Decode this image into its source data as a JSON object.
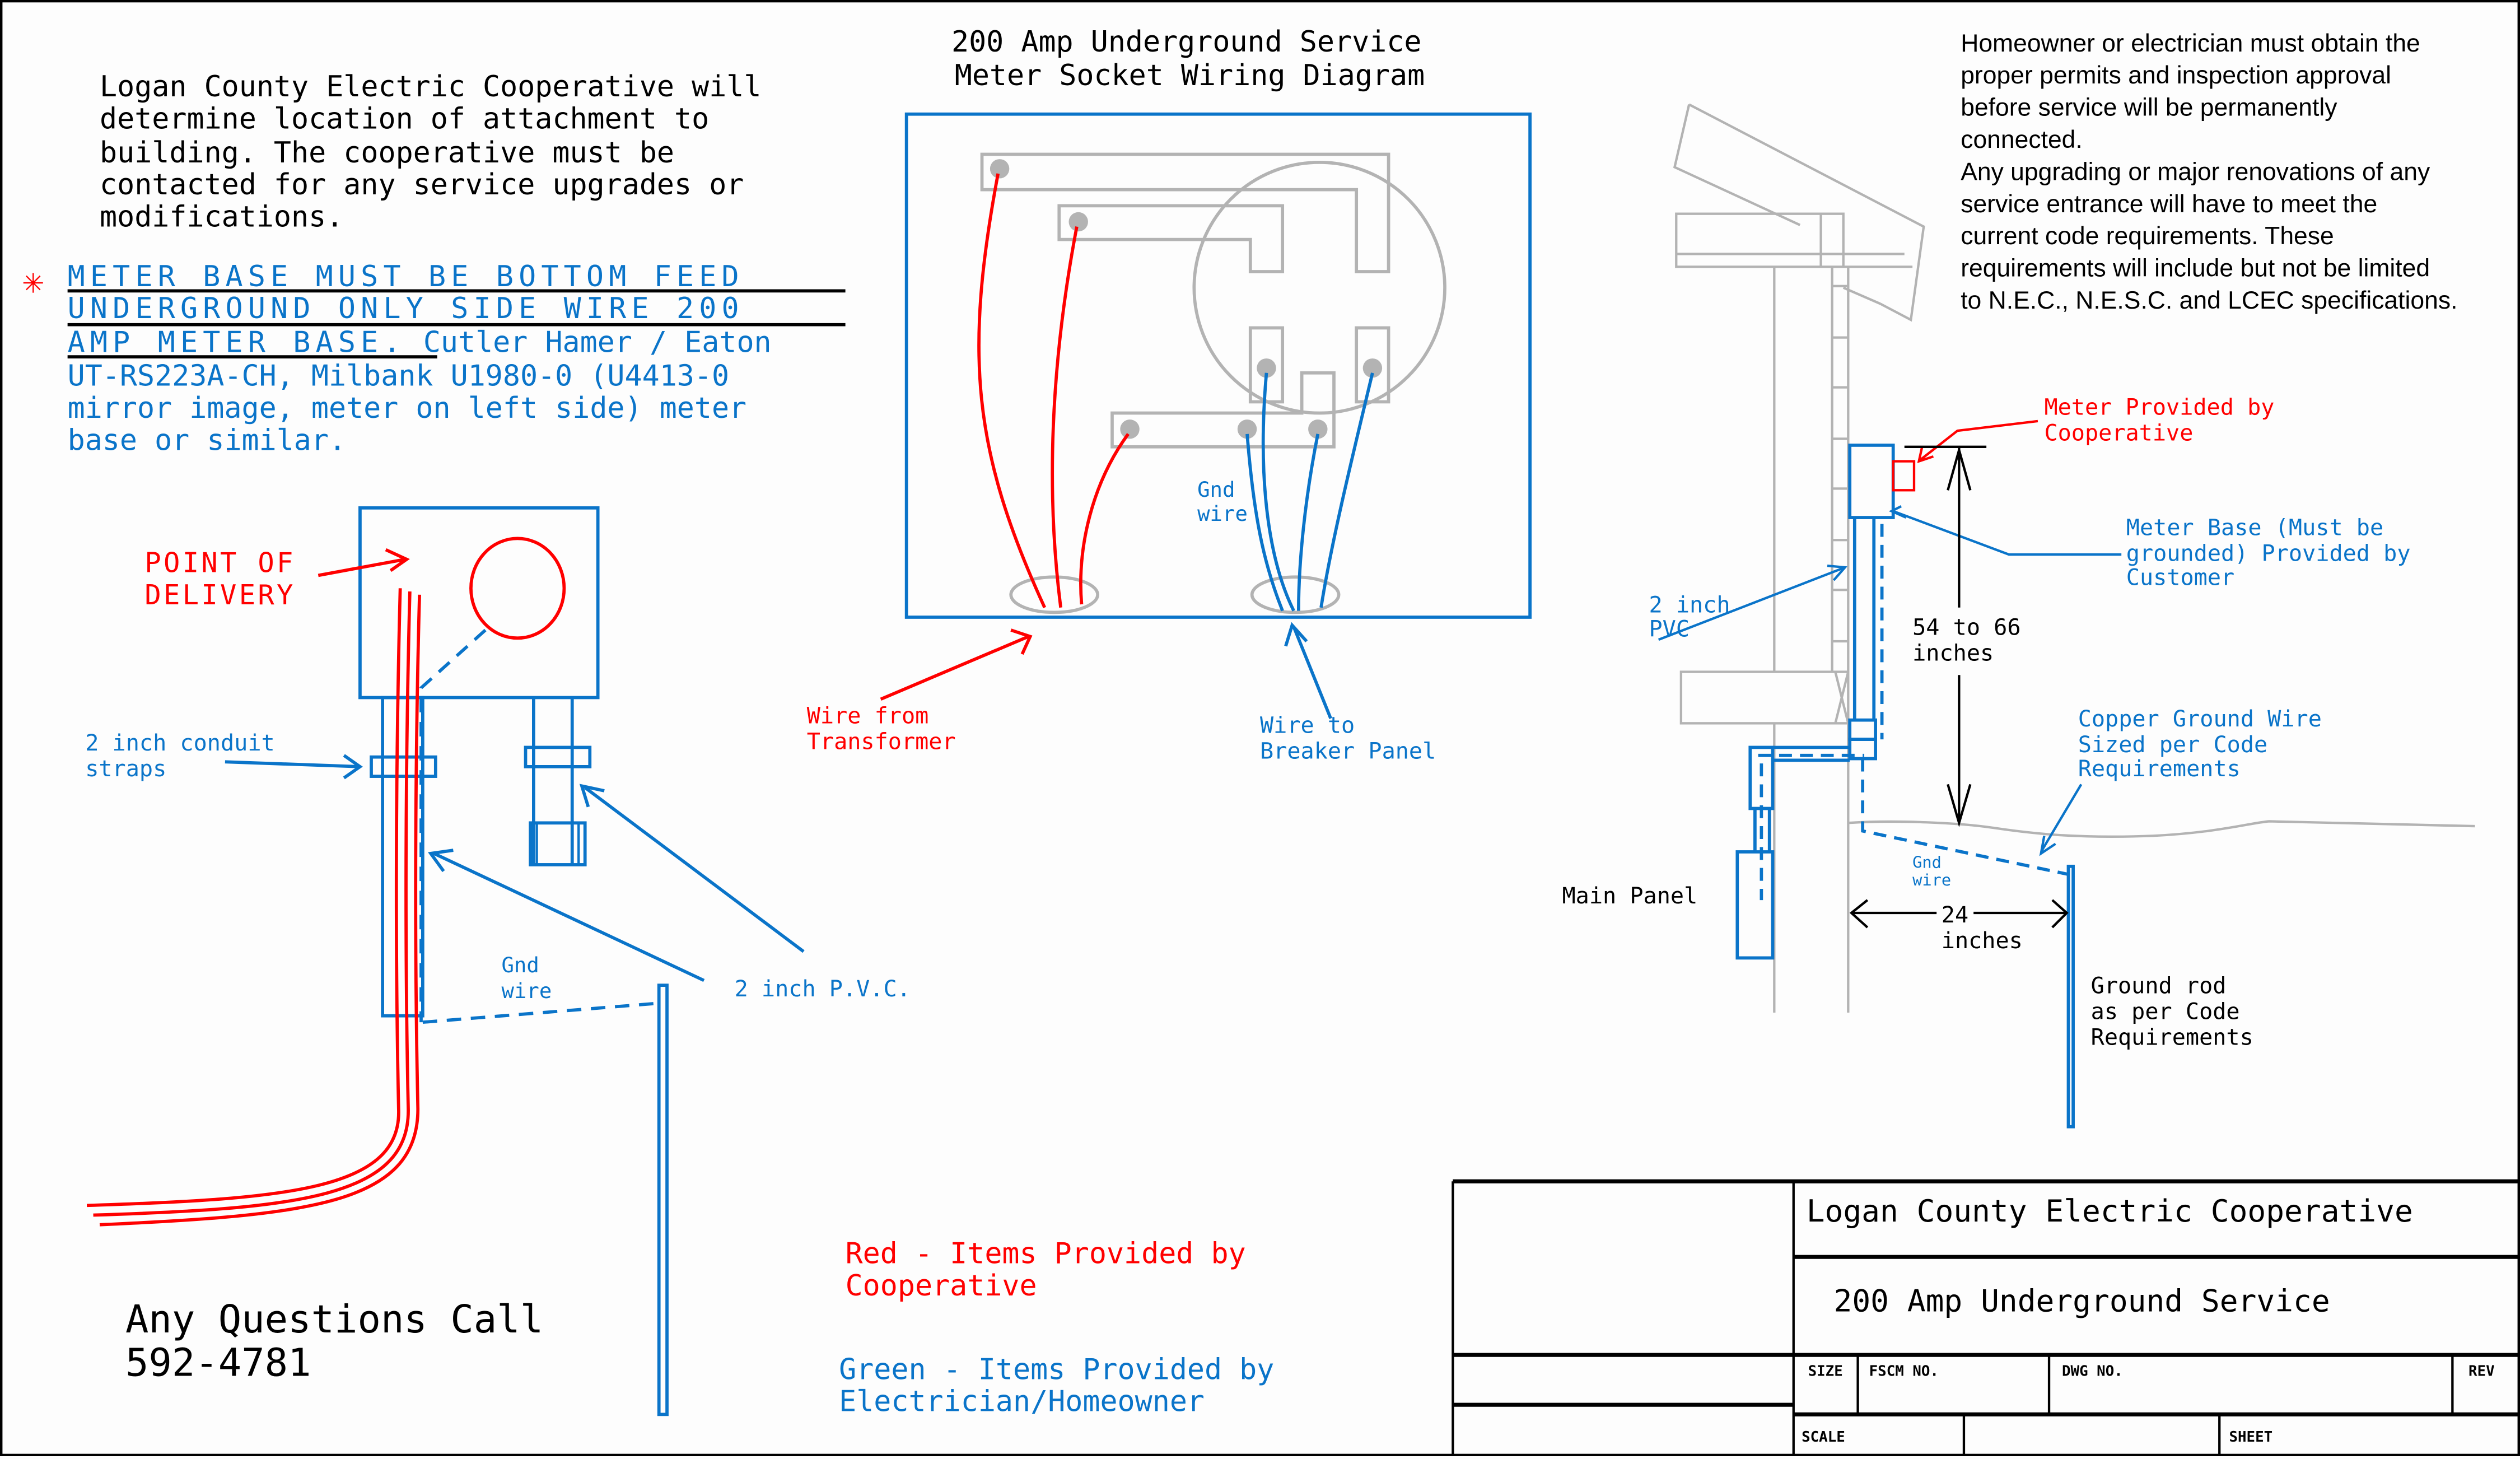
{
  "colors": {
    "blue": "#0a74c9",
    "red": "#ff0000",
    "gray": "#b3b3b3",
    "black": "#000000"
  },
  "top_left_note": {
    "lines": [
      "Logan County Electric Cooperative will",
      "determine location of attachment to",
      "building. The cooperative must be",
      "contacted for any service upgrades or",
      "modifications."
    ]
  },
  "meter_base_note": {
    "asterisk": "✳",
    "underlined_lines": [
      "METER BASE MUST BE BOTTOM FEED",
      "UNDERGROUND ONLY SIDE WIRE 200",
      "AMP METER BASE."
    ],
    "line3_rest": " Cutler Hamer / Eaton",
    "plain_lines": [
      "UT-RS223A-CH, Milbank U1980-0 (U4413-0",
      "mirror image, meter on left side) meter",
      "base or similar."
    ]
  },
  "left_diagram": {
    "point_of_delivery": [
      "POINT OF",
      "DELIVERY"
    ],
    "conduit_straps": [
      "2 inch conduit",
      "straps"
    ],
    "gnd_wire": [
      "Gnd",
      "wire"
    ],
    "pvc": "2 inch P.V.C."
  },
  "socket_diagram": {
    "title": [
      "200 Amp Underground Service",
      "Meter Socket Wiring Diagram"
    ],
    "gnd_wire": [
      "Gnd",
      "wire"
    ],
    "wire_from": [
      "Wire from",
      "Transformer"
    ],
    "wire_to": [
      "Wire to",
      "Breaker Panel"
    ]
  },
  "right_note": {
    "lines": [
      "Homeowner or electrician must obtain the",
      "proper permits and inspection approval",
      "before service will be permanently",
      "connected.",
      "Any upgrading or major renovations of any",
      "service entrance will have to meet the",
      "current code requirements. These",
      "requirements will include but not be limited",
      "to N.E.C., N.E.S.C. and LCEC specifications."
    ]
  },
  "house_diagram": {
    "meter_provided": [
      "Meter Provided by",
      "Cooperative"
    ],
    "meter_base": [
      "Meter Base (Must be",
      "grounded)  Provided by",
      "Customer"
    ],
    "pvc": [
      "2 inch",
      "PVC"
    ],
    "height_dim": [
      "54 to 66",
      "inches"
    ],
    "copper_ground": [
      "Copper Ground Wire",
      "Sized per Code",
      "Requirements"
    ],
    "gnd_wire": [
      "Gnd",
      "wire"
    ],
    "main_panel": "Main Panel",
    "distance_dim": [
      "24",
      "inches"
    ],
    "ground_rod": [
      "Ground rod",
      "as per Code",
      "Requirements"
    ]
  },
  "contact": {
    "label": "Any Questions Call",
    "phone": "592-4781"
  },
  "legend": {
    "red": [
      "Red - Items Provided by",
      "Cooperative"
    ],
    "green": [
      "Green - Items Provided by",
      "Electrician/Homeowner"
    ]
  },
  "title_block": {
    "company": "Logan County Electric Cooperative",
    "drawing_title": "200 Amp Underground Service",
    "size_label": "SIZE",
    "fscm_label": "FSCM NO.",
    "dwg_label": "DWG NO.",
    "rev_label": "REV",
    "scale_label": "SCALE",
    "sheet_label": "SHEET"
  }
}
